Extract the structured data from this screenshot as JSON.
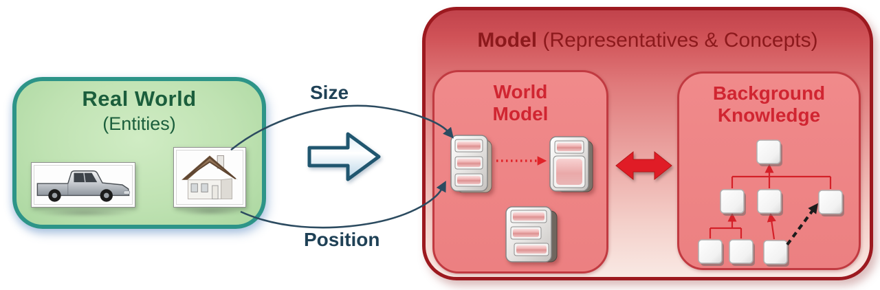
{
  "real_world_box": {
    "title": "Real World",
    "subtitle": "(Entities)",
    "entities": [
      "pickup-truck",
      "house"
    ],
    "fill_color": "#bfe2b2",
    "border_color": "#2d9488",
    "title_color": "#1b5e3c"
  },
  "mapping": {
    "size_label": "Size",
    "position_label": "Position",
    "label_color": "#1f4156",
    "curve_arrow_color": "#2c4b60",
    "block_arrow_fill": "#dcebf5",
    "block_arrow_border": "#20566f"
  },
  "model_box": {
    "title_bold": "Model",
    "title_rest": " (Representatives & Concepts)",
    "title_color": "#8c191c",
    "border_color": "#9c191f"
  },
  "world_model_box": {
    "title_line1": "World",
    "title_line2": "Model",
    "title_color": "#d02531",
    "fill_color": "#ee8485",
    "border_color": "#c13a41",
    "object_icon_count": 3,
    "relation_arrow": "dotted-red-arrow",
    "relation_arrow_color": "#e02228"
  },
  "background_knowledge_box": {
    "title_line1": "Background",
    "title_line2": "Knowledge",
    "title_color": "#d02531",
    "fill_color": "#ee8485",
    "border_color": "#c13a41",
    "tree_node_count": 7,
    "tree_line_color": "#d42028",
    "dashed_link_color": "#1c1c1c"
  },
  "sync_arrow": {
    "icon": "double-headed-red-arrow",
    "color": "#e01f25"
  }
}
